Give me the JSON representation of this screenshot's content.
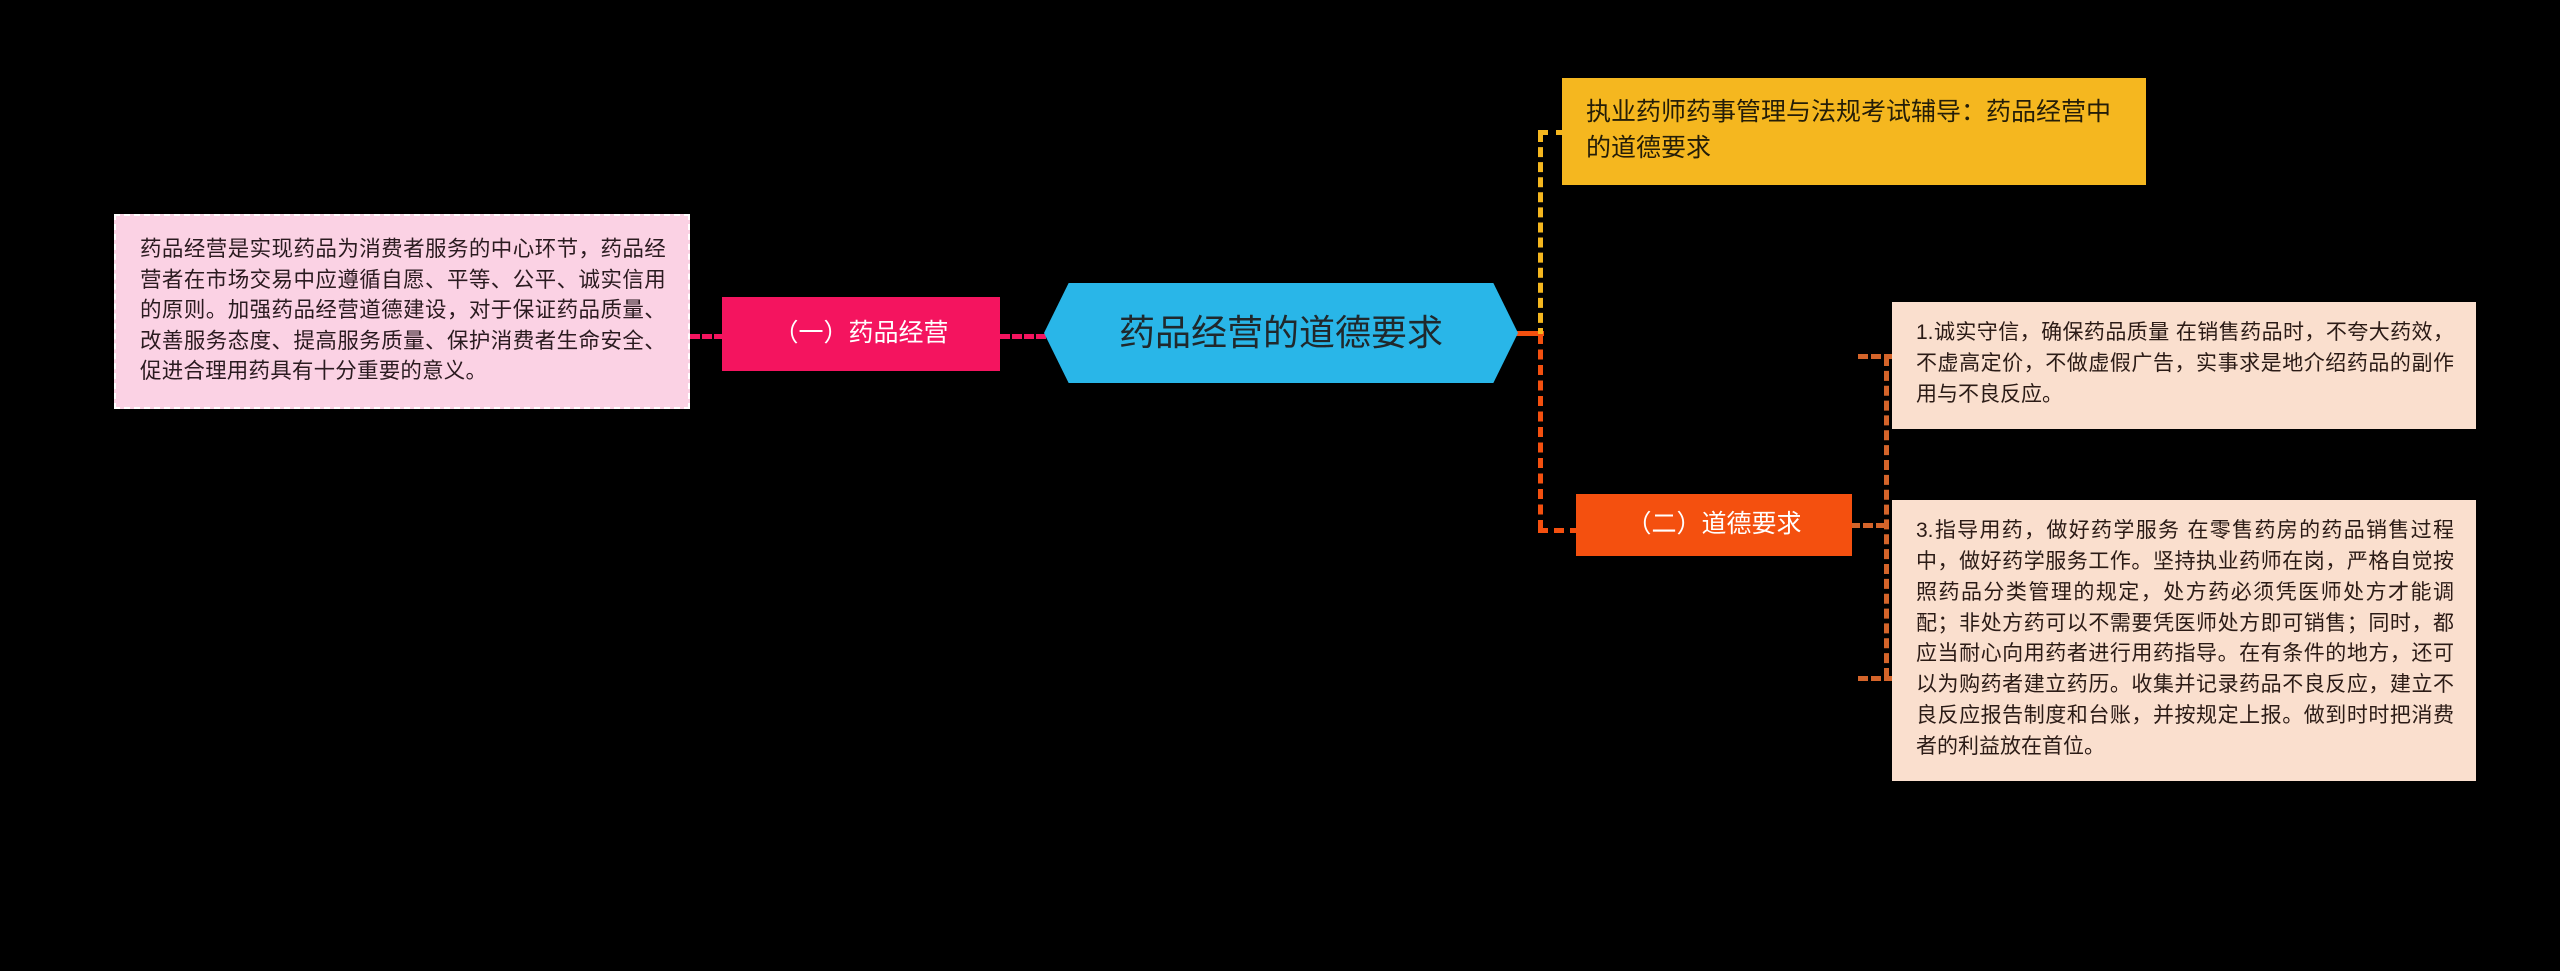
{
  "diagram": {
    "title": "药品经营的道德要求",
    "background_color": "#000000",
    "center_node": {
      "label": "药品经营的道德要求",
      "shape": "hexagon",
      "fill": "#29B6E8",
      "text_color": "#20282c"
    },
    "branches": [
      {
        "id": "branch-1",
        "label": "（一）药品经营",
        "fill": "#F4145F",
        "text_color": "#FFFFFF",
        "side": "left",
        "leaves": [
          {
            "id": "leaf-pink",
            "text": "药品经营是实现药品为消费者服务的中心环节，药品经营者在市场交易中应遵循自愿、平等、公平、诚实信用的原则。加强药品经营道德建设，对于保证药品质量、改善服务态度、提高服务质量、保护消费者生命安全、促进合理用药具有十分重要的意义。",
            "fill": "#FBD2E4",
            "text_color": "#2B1B20"
          }
        ]
      },
      {
        "id": "branch-title",
        "label": "执业药师药事管理与法规考试辅导：药品经营中的道德要求",
        "fill": "#F5B71F",
        "text_color": "#241D08",
        "side": "right-top",
        "leaves": []
      },
      {
        "id": "branch-2",
        "label": "（二）道德要求",
        "fill": "#F4500F",
        "text_color": "#FFFFFF",
        "side": "right-bottom",
        "leaves": [
          {
            "id": "leaf-peach-1",
            "text": "1.诚实守信，确保药品质量 在销售药品时，不夸大药效，不虚高定价，不做虚假广告，实事求是地介绍药品的副作用与不良反应。",
            "fill": "#FADFCE",
            "text_color": "#2B1B16"
          },
          {
            "id": "leaf-peach-2",
            "text": "3.指导用药，做好药学服务 在零售药房的药品销售过程中，做好药学服务工作。坚持执业药师在岗，严格自觉按照药品分类管理的规定，处方药必须凭医师处方才能调配；非处方药可以不需要凭医师处方即可销售；同时，都应当耐心向用药者进行用药指导。在有条件的地方，还可以为购药者建立药历。收集并记录药品不良反应，建立不良反应报告制度和台账，并按规定上报。做到时时把消费者的利益放在首位。",
            "fill": "#FADFCE",
            "text_color": "#2B1B16"
          }
        ]
      }
    ],
    "connectors": [
      {
        "id": "pink-left",
        "color": "#F4145F",
        "style": "dashed",
        "orientation": "horizontal"
      },
      {
        "id": "pink-right",
        "color": "#F4145F",
        "style": "dashed",
        "orientation": "horizontal"
      },
      {
        "id": "amber-rail",
        "color": "#F5B71F",
        "style": "dashed",
        "orientation": "vertical"
      },
      {
        "id": "orange-rail",
        "color": "#F4500F",
        "style": "dashed",
        "orientation": "vertical"
      },
      {
        "id": "hex-stub",
        "color": "#F4500F",
        "style": "solid",
        "orientation": "horizontal"
      },
      {
        "id": "right-rail",
        "color": "#D4642A",
        "style": "dashed",
        "orientation": "vertical"
      }
    ]
  }
}
